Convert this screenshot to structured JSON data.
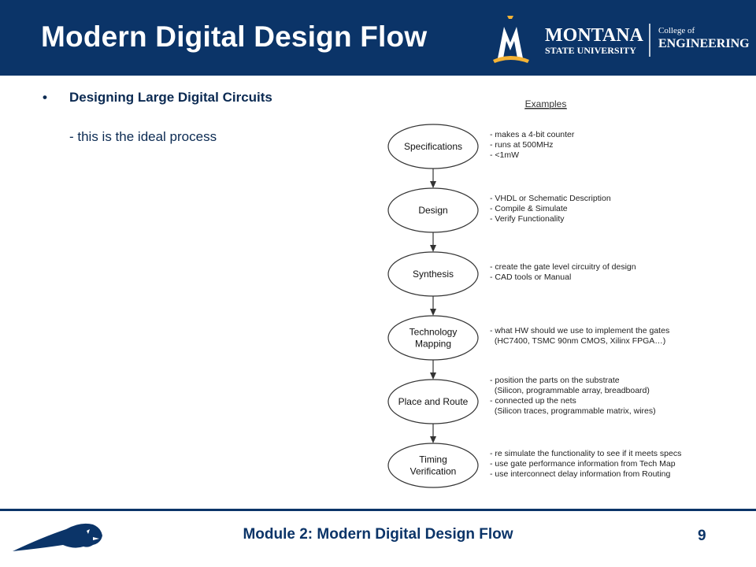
{
  "slide": {
    "title": "Modern Digital Design Flow",
    "footer": "Module 2: Modern Digital Design Flow",
    "page_number": "9"
  },
  "logo": {
    "university_line1": "MONTANA",
    "university_line2": "STATE UNIVERSITY",
    "college_line1": "College of",
    "college_line2": "ENGINEERING"
  },
  "bullets": {
    "main": "Designing Large Digital Circuits",
    "sub": "- this is the ideal process"
  },
  "diagram": {
    "examples_heading": "Examples",
    "steps": [
      {
        "lines": [
          "Specifications"
        ],
        "notes": [
          "- makes a 4-bit counter",
          "- runs at 500MHz",
          "- <1mW"
        ]
      },
      {
        "lines": [
          "Design"
        ],
        "notes": [
          "- VHDL or Schematic Description",
          "- Compile & Simulate",
          "- Verify Functionality"
        ]
      },
      {
        "lines": [
          "Synthesis"
        ],
        "notes": [
          "- create the gate level circuitry of design",
          "- CAD tools or Manual"
        ]
      },
      {
        "lines": [
          "Technology",
          "Mapping"
        ],
        "notes": [
          "- what HW should we use to implement the gates",
          "  (HC7400, TSMC 90nm CMOS, Xilinx FPGA…)"
        ]
      },
      {
        "lines": [
          "Place and Route"
        ],
        "notes": [
          "- position the parts on the substrate",
          "  (Silicon, programmable array, breadboard)",
          "- connected up the nets",
          "  (Silicon traces, programmable matrix, wires)"
        ]
      },
      {
        "lines": [
          "Timing",
          "Verification"
        ],
        "notes": [
          "- re simulate the functionality to see if it meets specs",
          "- use gate performance information from Tech Map",
          "- use interconnect delay information from Routing"
        ]
      }
    ]
  },
  "colors": {
    "navy": "#0b3468",
    "gold": "#f5b335",
    "diagram_stroke": "#333333"
  }
}
